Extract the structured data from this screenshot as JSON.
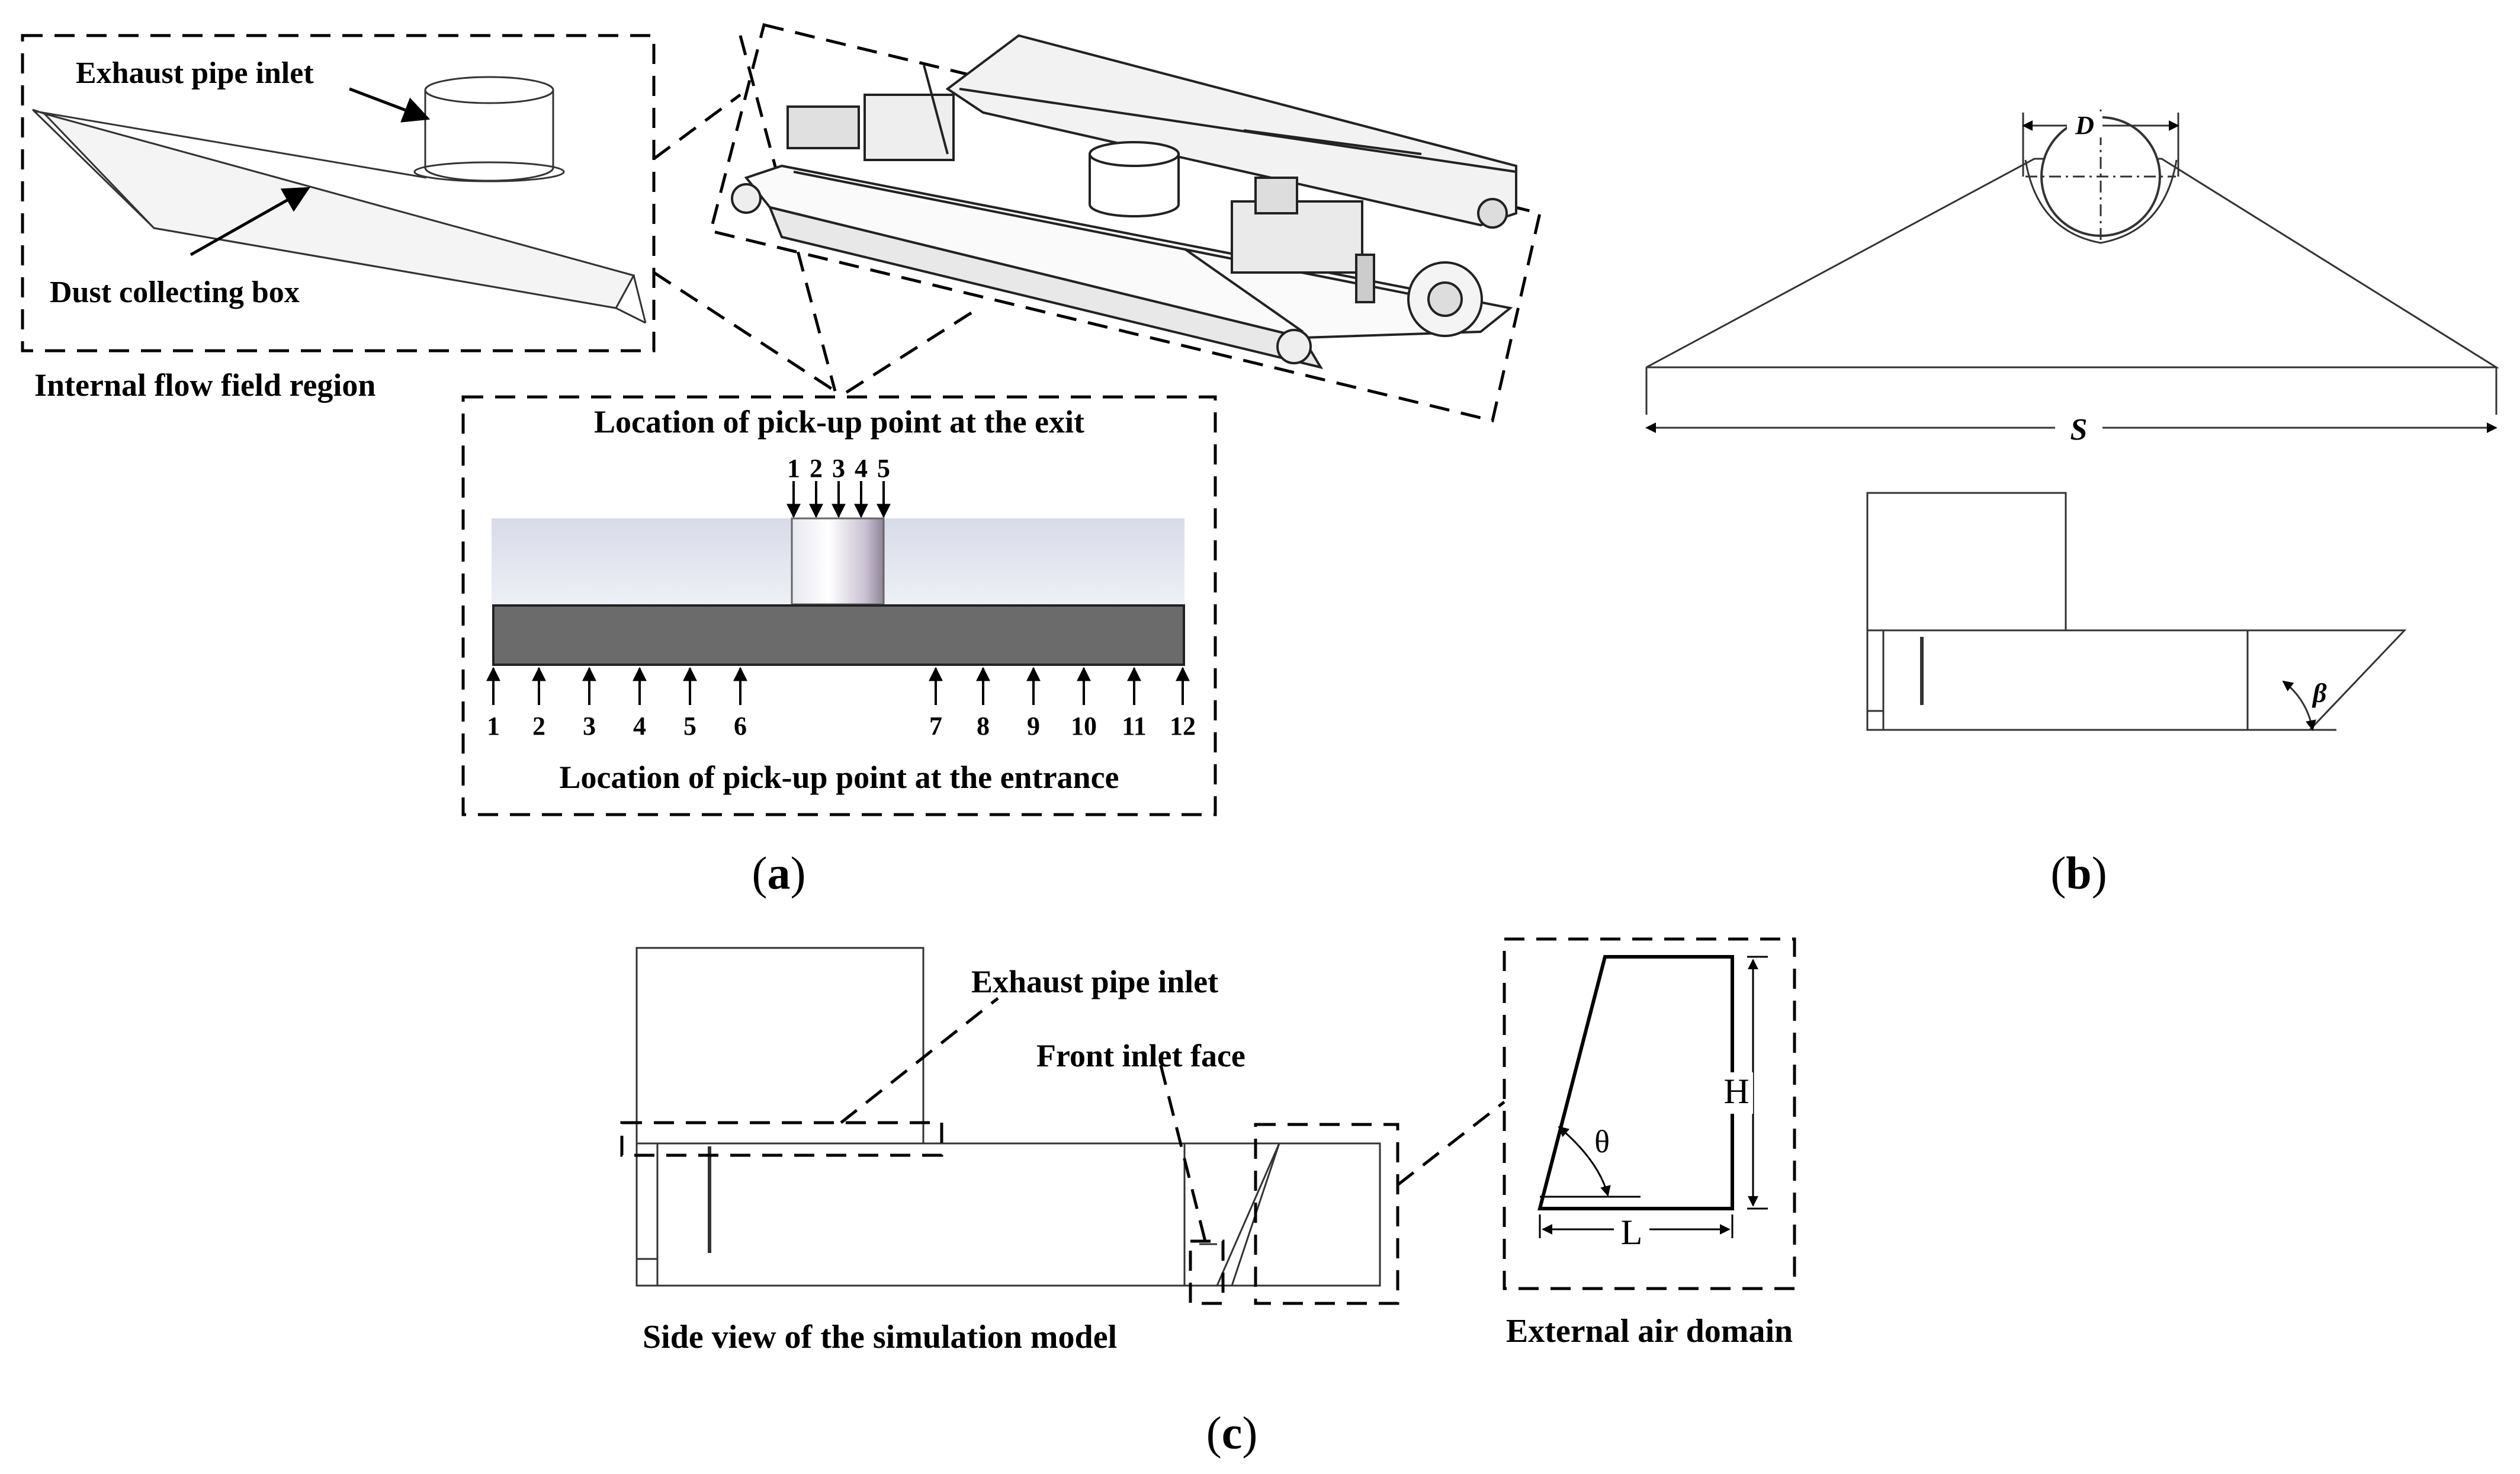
{
  "panel_a": {
    "label_exhaust_inlet": "Exhaust pipe inlet",
    "label_dust_box": "Dust collecting box",
    "label_flow_region": "Internal flow field region",
    "label_exit": "Location of pick-up point at the exit",
    "label_entrance": "Location of pick-up point at the entrance",
    "exit_points": [
      "1",
      "2",
      "3",
      "4",
      "5"
    ],
    "entrance_points": [
      "1",
      "2",
      "3",
      "4",
      "5",
      "6",
      "7",
      "8",
      "9",
      "10",
      "11",
      "12"
    ],
    "caption_open": "(",
    "caption_letter": "a",
    "caption_close": ")"
  },
  "panel_b": {
    "dim_D": "D",
    "dim_S": "S",
    "angle_beta": "β",
    "caption_open": "(",
    "caption_letter": "b",
    "caption_close": ")"
  },
  "panel_c": {
    "label_exhaust_inlet": "Exhaust pipe inlet",
    "label_front_inlet": "Front inlet face",
    "label_side_view": "Side view of the simulation model",
    "label_external_air": "External air domain",
    "dim_H": "H",
    "dim_L": "L",
    "angle_theta": "θ",
    "caption_open": "(",
    "caption_letter": "c",
    "caption_close": ")"
  }
}
